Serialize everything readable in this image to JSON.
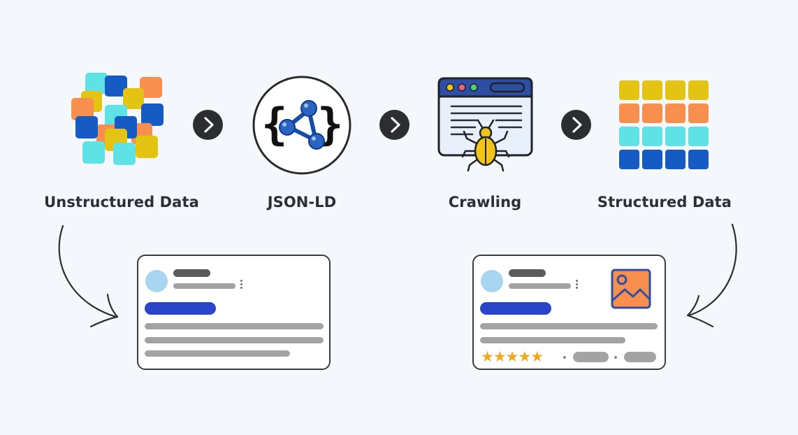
{
  "steps": [
    {
      "label": "Unstructured Data",
      "icon": "scattered-squares-icon"
    },
    {
      "label": "JSON-LD",
      "icon": "json-ld-icon"
    },
    {
      "label": "Crawling",
      "icon": "crawler-bug-browser-icon"
    },
    {
      "label": "Structured Data",
      "icon": "grid-squares-icon"
    }
  ],
  "colors": {
    "background": "#f4f8fd",
    "yellow": "#e4c413",
    "orange": "#f88f4e",
    "cyan": "#5fe2e6",
    "blue": "#155bc3",
    "arrow": "#2b2d31",
    "result_link": "#2b45c8",
    "star": "#f0a81c"
  },
  "results": [
    {
      "type": "plain-search-result",
      "icon": "search-result-card-icon"
    },
    {
      "type": "rich-search-result",
      "icon": "rich-result-card-icon",
      "stars": "★★★★★",
      "rating": 5
    }
  ]
}
